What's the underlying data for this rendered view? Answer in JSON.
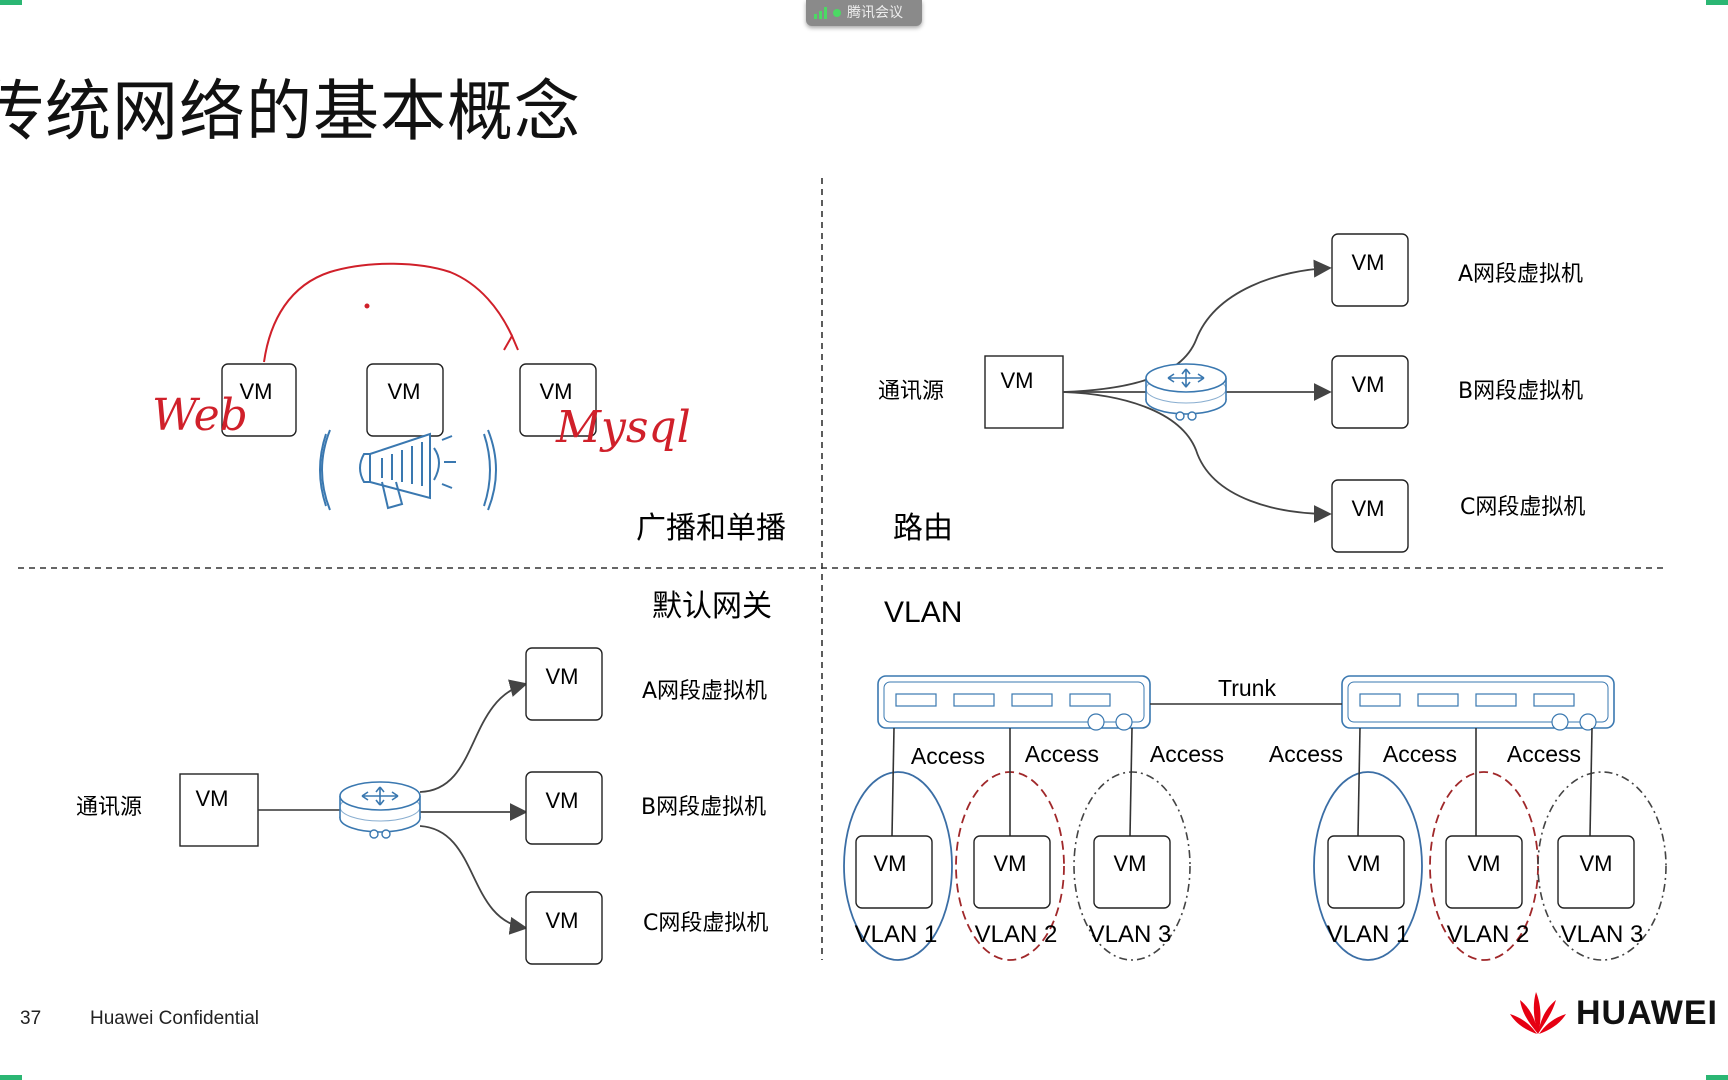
{
  "app": {
    "meeting_label": "腾讯会议"
  },
  "slide": {
    "title": "传统网络的基本概念",
    "page_number": "37",
    "confidential": "Huawei Confidential",
    "brand": "HUAWEI"
  },
  "quad_broadcast": {
    "caption": "广播和单播",
    "vms": [
      "VM",
      "VM",
      "VM"
    ],
    "handwriting": [
      "Web",
      "Mysql"
    ]
  },
  "quad_routing": {
    "caption": "路由",
    "source_label": "通讯源",
    "source_vm": "VM",
    "targets": [
      {
        "vm": "VM",
        "label": "A网段虚拟机"
      },
      {
        "vm": "VM",
        "label": "B网段虚拟机"
      },
      {
        "vm": "VM",
        "label": "C网段虚拟机"
      }
    ]
  },
  "quad_gateway": {
    "caption": "默认网关",
    "source_label": "通讯源",
    "source_vm": "VM",
    "targets": [
      {
        "vm": "VM",
        "label": "A网段虚拟机"
      },
      {
        "vm": "VM",
        "label": "B网段虚拟机"
      },
      {
        "vm": "VM",
        "label": "C网段虚拟机"
      }
    ]
  },
  "quad_vlan": {
    "caption": "VLAN",
    "trunk_label": "Trunk",
    "left_switch": {
      "ports": [
        "Access",
        "Access",
        "Access"
      ],
      "vms": [
        {
          "vm": "VM",
          "vlan": "VLAN 1"
        },
        {
          "vm": "VM",
          "vlan": "VLAN 2"
        },
        {
          "vm": "VM",
          "vlan": "VLAN 3"
        }
      ]
    },
    "right_switch": {
      "ports": [
        "Access",
        "Access",
        "Access"
      ],
      "vms": [
        {
          "vm": "VM",
          "vlan": "VLAN 1"
        },
        {
          "vm": "VM",
          "vlan": "VLAN 2"
        },
        {
          "vm": "VM",
          "vlan": "VLAN 3"
        }
      ]
    }
  },
  "colors": {
    "annotation_red": "#d0202a",
    "vlan1": "#3b6ea5",
    "vlan2": "#a0282a",
    "vlan3": "#444444",
    "icon_blue": "#3a78b0",
    "huawei_red": "#e60012"
  }
}
